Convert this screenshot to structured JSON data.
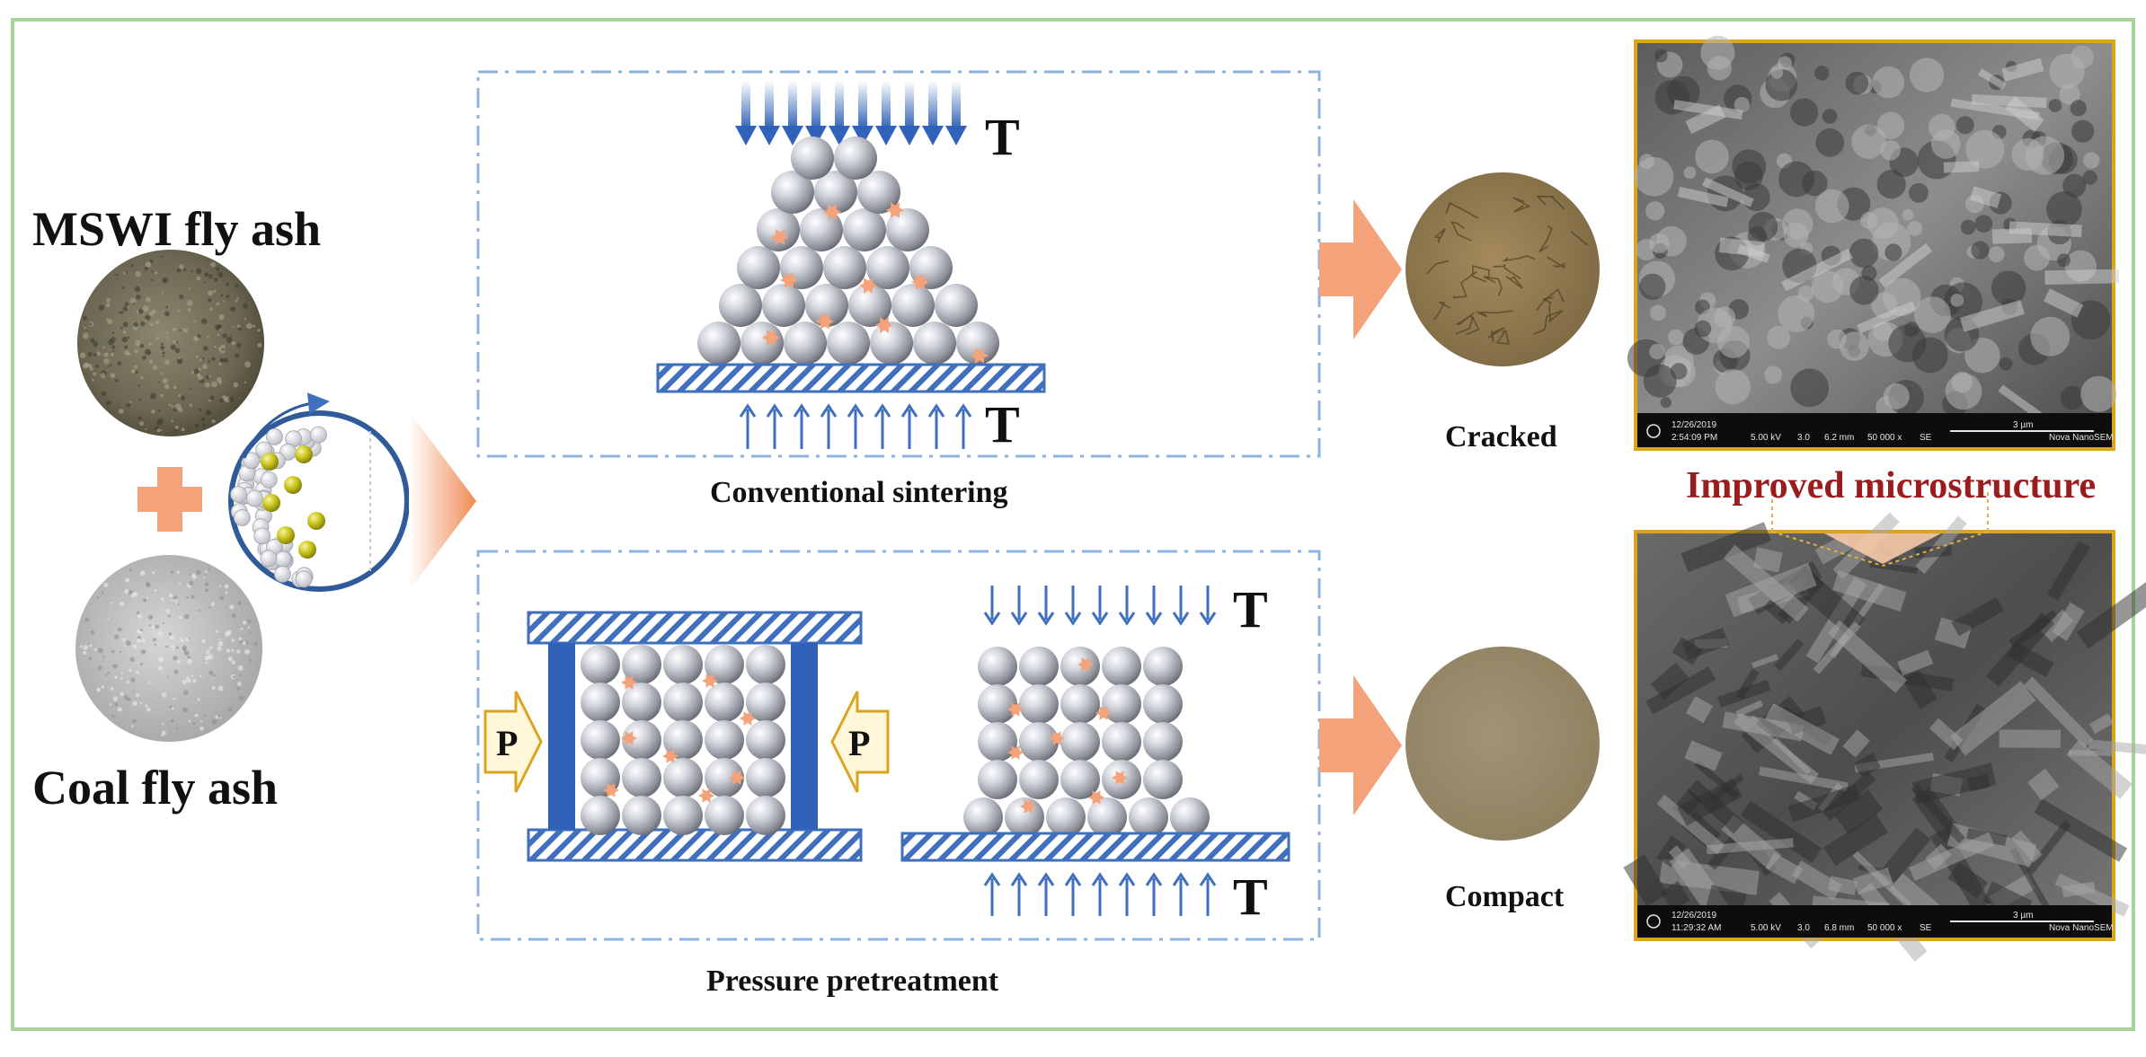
{
  "labels": {
    "mswi": "MSWI fly ash",
    "coal": "Coal fly ash",
    "conventional": "Conventional sintering",
    "pressure": "Pressure pretreatment",
    "cracked": "Cracked",
    "compact": "Compact",
    "improved": "Improved microstructure",
    "temp": "T",
    "press": "P"
  },
  "sem_top": {
    "date": "12/26/2019",
    "time": "2:54:09 PM",
    "hv": "5.00 kV",
    "spot": "3.0",
    "wd": "6.2 mm",
    "mag": "50 000 x",
    "mode": "SE",
    "scale": "3 µm",
    "instrument": "Nova NanoSEM"
  },
  "sem_bottom": {
    "date": "12/26/2019",
    "time": "11:29:32 AM",
    "hv": "5.00 kV",
    "spot": "3.0",
    "wd": "6.8 mm",
    "mag": "50 000 x",
    "mode": "SE",
    "scale": "3 µm",
    "instrument": "Nova NanoSEM"
  },
  "colors": {
    "frame": "#a9d39b",
    "orange": "#f4a27a",
    "blue_arrow": "#3f6fbd",
    "plate_blue": "#2f62b8",
    "dash_blue": "#8fb3dd",
    "gold": "#d9a520",
    "red_text": "#9b1c1c"
  }
}
